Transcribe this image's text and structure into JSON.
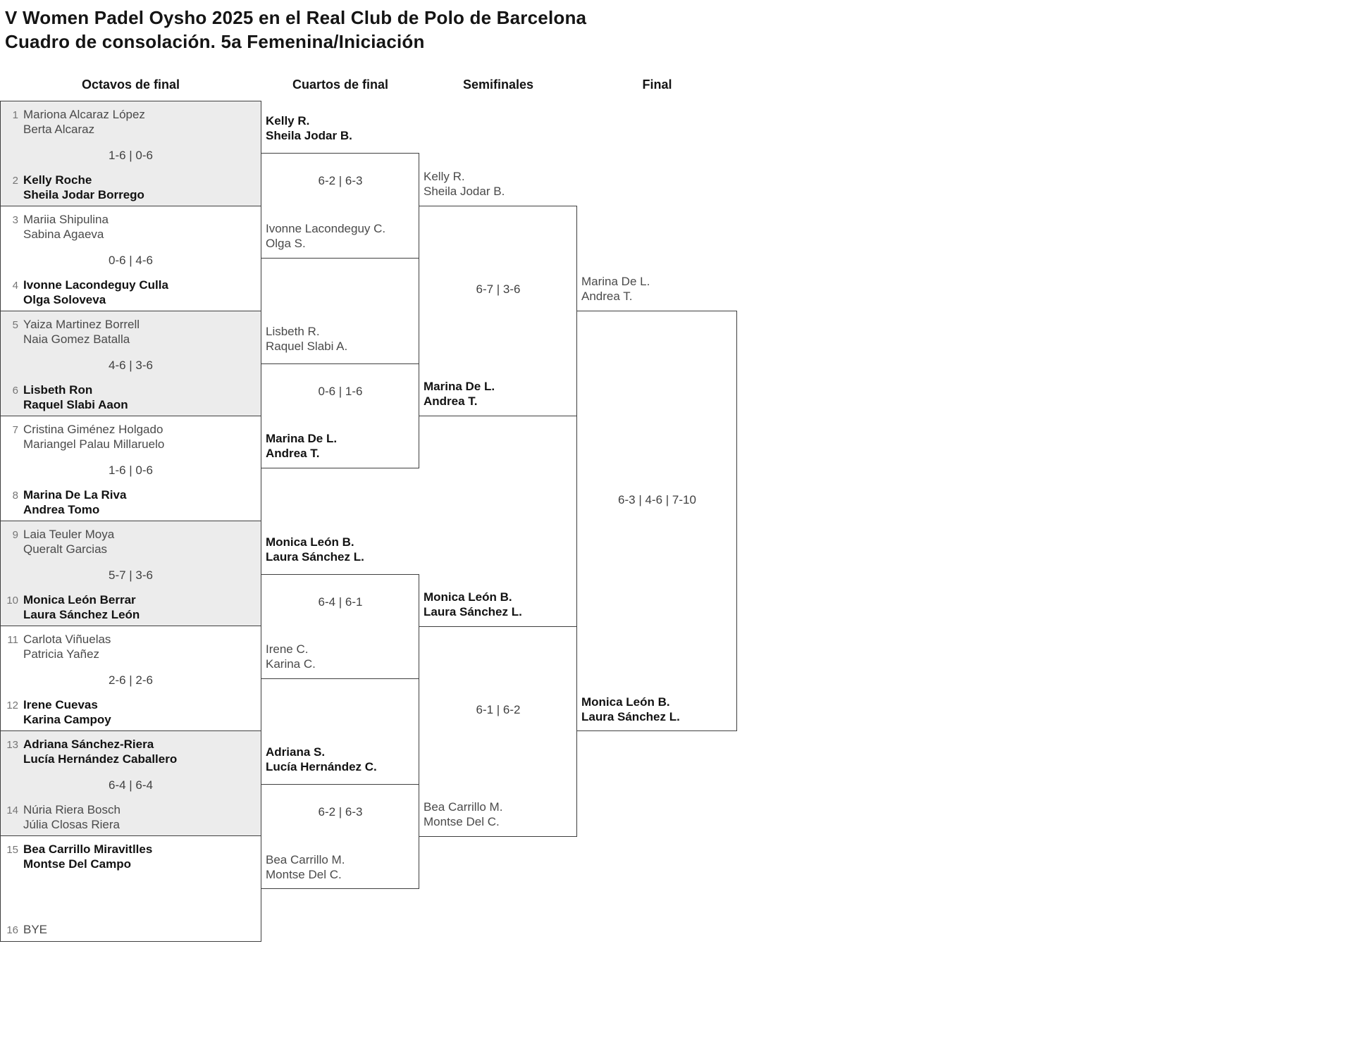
{
  "title": {
    "line1": "V Women Padel Oysho 2025 en el Real Club de Polo de Barcelona",
    "line2": "Cuadro de consolación. 5a Femenina/Iniciación"
  },
  "round_headers": [
    "Octavos de final",
    "Cuartos de final",
    "Semifinales",
    "Final"
  ],
  "colors": {
    "line": "#3f3f3f",
    "shaded_block": "#ececec",
    "winner_text": "#121212",
    "normal_text": "#4a4a4a"
  },
  "octavos": {
    "matches": [
      {
        "shaded": true,
        "top": {
          "seed": "1",
          "line1": "Mariona Alcaraz López",
          "line2": "Berta Alcaraz",
          "winner": false
        },
        "score": "1-6 | 0-6",
        "bottom": {
          "seed": "2",
          "line1": "Kelly Roche",
          "line2": "Sheila Jodar Borrego",
          "winner": true
        }
      },
      {
        "shaded": false,
        "top": {
          "seed": "3",
          "line1": "Mariia Shipulina",
          "line2": "Sabina Agaeva",
          "winner": false
        },
        "score": "0-6 | 4-6",
        "bottom": {
          "seed": "4",
          "line1": "Ivonne Lacondeguy Culla",
          "line2": "Olga Soloveva",
          "winner": true
        }
      },
      {
        "shaded": true,
        "top": {
          "seed": "5",
          "line1": "Yaiza Martinez Borrell",
          "line2": "Naia Gomez Batalla",
          "winner": false
        },
        "score": "4-6 | 3-6",
        "bottom": {
          "seed": "6",
          "line1": "Lisbeth Ron",
          "line2": "Raquel Slabi Aaon",
          "winner": true
        }
      },
      {
        "shaded": false,
        "top": {
          "seed": "7",
          "line1": "Cristina Giménez Holgado",
          "line2": "Mariangel Palau Millaruelo",
          "winner": false
        },
        "score": "1-6 | 0-6",
        "bottom": {
          "seed": "8",
          "line1": "Marina De La Riva",
          "line2": "Andrea Tomo",
          "winner": true
        }
      },
      {
        "shaded": true,
        "top": {
          "seed": "9",
          "line1": "Laia Teuler Moya",
          "line2": "Queralt Garcias",
          "winner": false
        },
        "score": "5-7 | 3-6",
        "bottom": {
          "seed": "10",
          "line1": "Monica León Berrar",
          "line2": "Laura Sánchez León",
          "winner": true
        }
      },
      {
        "shaded": false,
        "top": {
          "seed": "11",
          "line1": "Carlota Viñuelas",
          "line2": "Patricia Yañez",
          "winner": false
        },
        "score": "2-6 | 2-6",
        "bottom": {
          "seed": "12",
          "line1": "Irene Cuevas",
          "line2": "Karina Campoy",
          "winner": true
        }
      },
      {
        "shaded": true,
        "top": {
          "seed": "13",
          "line1": "Adriana Sánchez-Riera",
          "line2": "Lucía Hernández Caballero",
          "winner": true
        },
        "score": "6-4 | 6-4",
        "bottom": {
          "seed": "14",
          "line1": "Núria Riera Bosch",
          "line2": "Júlia Closas Riera",
          "winner": false
        }
      },
      {
        "shaded": false,
        "top": {
          "seed": "15",
          "line1": "Bea Carrillo Miravitlles",
          "line2": "Montse Del Campo",
          "winner": true
        },
        "score": "",
        "bottom": {
          "seed": "16",
          "line1": "BYE",
          "line2": "",
          "winner": false
        }
      }
    ]
  },
  "cuartos": {
    "matches": [
      {
        "top": {
          "line1": "Kelly R.",
          "line2": "Sheila Jodar B.",
          "winner": true
        },
        "score": "6-2 | 6-3",
        "bottom": {
          "line1": "Ivonne Lacondeguy C.",
          "line2": "Olga S.",
          "winner": false
        }
      },
      {
        "top": {
          "line1": "Lisbeth R.",
          "line2": "Raquel Slabi A.",
          "winner": false
        },
        "score": "0-6 | 1-6",
        "bottom": {
          "line1": "Marina De L.",
          "line2": "Andrea T.",
          "winner": true
        }
      },
      {
        "top": {
          "line1": "Monica León B.",
          "line2": "Laura Sánchez L.",
          "winner": true
        },
        "score": "6-4 | 6-1",
        "bottom": {
          "line1": "Irene C.",
          "line2": "Karina C.",
          "winner": false
        }
      },
      {
        "top": {
          "line1": "Adriana S.",
          "line2": "Lucía Hernández C.",
          "winner": true
        },
        "score": "6-2 | 6-3",
        "bottom": {
          "line1": "Bea Carrillo M.",
          "line2": "Montse Del C.",
          "winner": false
        }
      }
    ]
  },
  "semifinales": {
    "matches": [
      {
        "top": {
          "line1": "Kelly R.",
          "line2": "Sheila Jodar B.",
          "winner": false
        },
        "score": "6-7 | 3-6",
        "bottom": {
          "line1": "Marina De L.",
          "line2": "Andrea T.",
          "winner": true
        }
      },
      {
        "top": {
          "line1": "Monica León B.",
          "line2": "Laura Sánchez L.",
          "winner": true
        },
        "score": "6-1 | 6-2",
        "bottom": {
          "line1": "Bea Carrillo M.",
          "line2": "Montse Del C.",
          "winner": false
        }
      }
    ]
  },
  "final": {
    "match": {
      "top": {
        "line1": "Marina De L.",
        "line2": "Andrea T.",
        "winner": false
      },
      "score": "6-3 | 4-6 | 7-10",
      "bottom": {
        "line1": "Monica León B.",
        "line2": "Laura Sánchez L.",
        "winner": true
      }
    }
  }
}
